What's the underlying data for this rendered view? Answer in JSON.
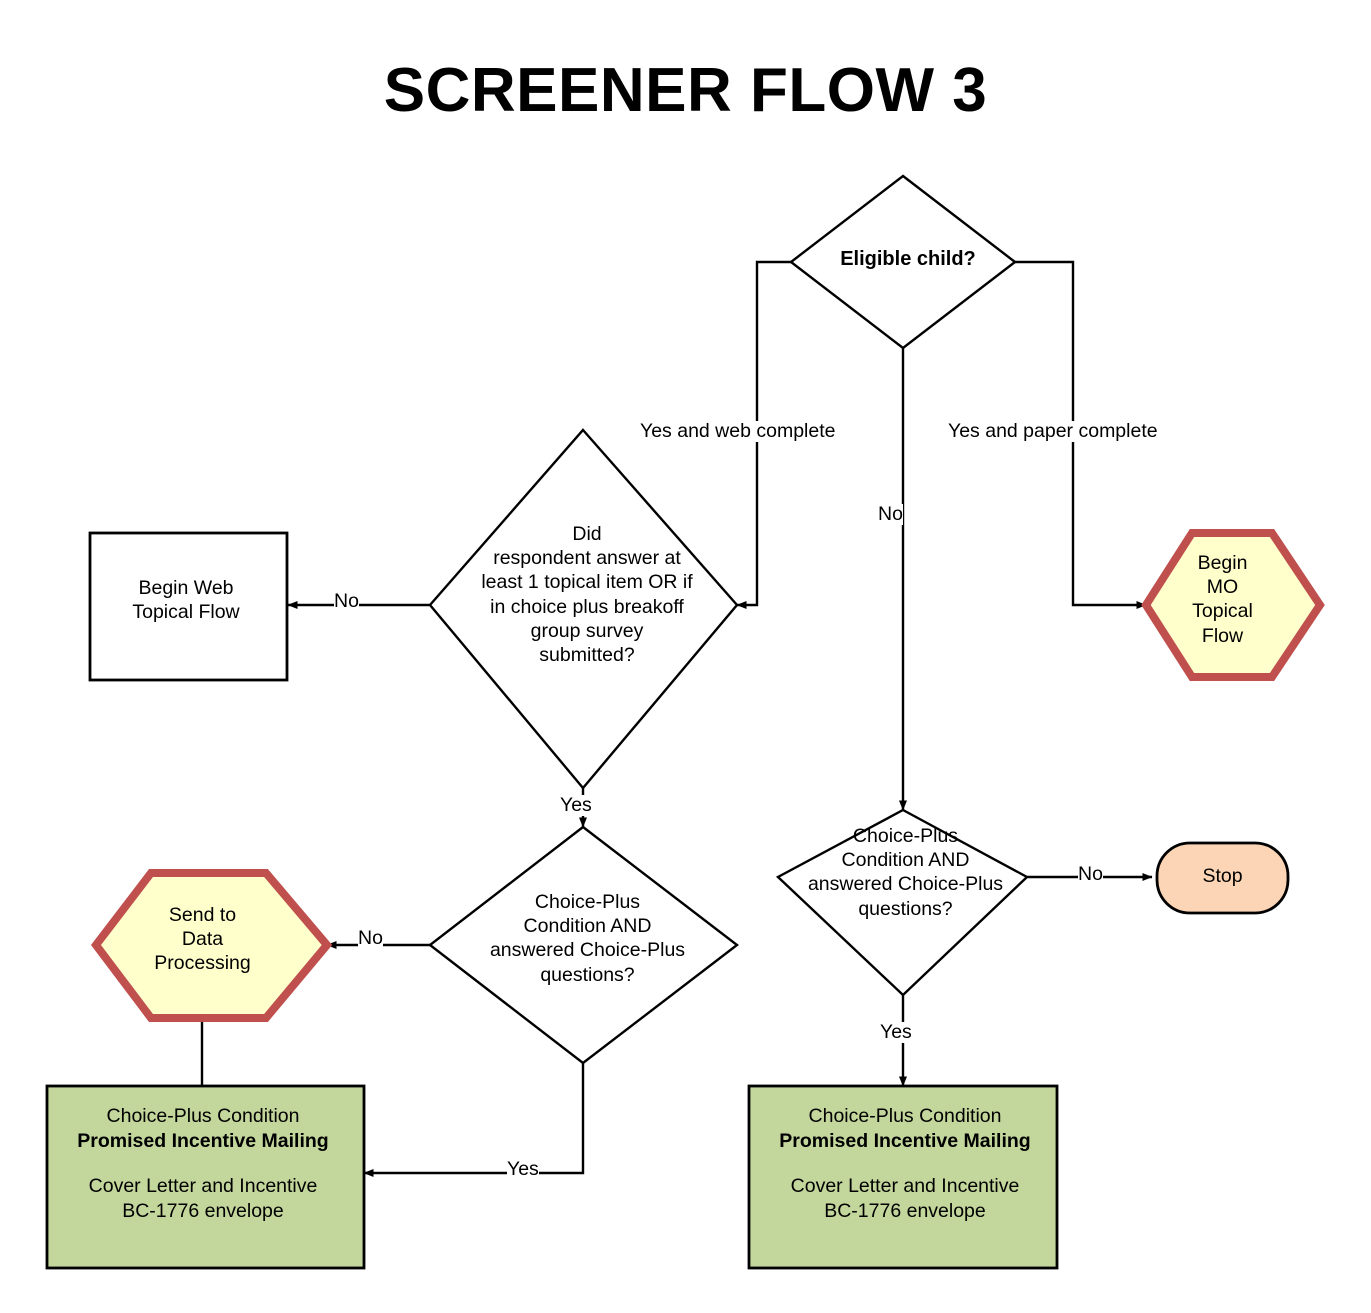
{
  "title": "SCREENER FLOW 3",
  "colors": {
    "hexagon_fill": "#FFFFCC",
    "hexagon_border": "#C0504D",
    "green_fill": "#C3D69B",
    "green_border": "#000000",
    "stop_fill": "#FBD5B5",
    "stop_border": "#000000",
    "line": "#000000",
    "page_background": "#FFFFFF"
  },
  "nodes": {
    "eligible_child": {
      "shape": "diamond",
      "label": "Eligible child?"
    },
    "did_respondent": {
      "shape": "diamond",
      "label": "Did\nrespondent answer at\nleast 1 topical item OR if\nin choice plus breakoff\ngroup survey\nsubmitted?"
    },
    "begin_web_topical_flow": {
      "shape": "rectangle",
      "label": "Begin Web\nTopical Flow"
    },
    "begin_mo_topical_flow": {
      "shape": "hexagon",
      "label": "Begin\nMO\nTopical\nFlow"
    },
    "send_to_data_processing": {
      "shape": "hexagon",
      "label": "Send to\nData\nProcessing"
    },
    "choice_plus_left": {
      "shape": "diamond",
      "label": "Choice-Plus\nCondition AND\nanswered Choice-Plus\nquestions?"
    },
    "choice_plus_right": {
      "shape": "diamond",
      "label": "Choice-Plus\nCondition AND\nanswered Choice-Plus\nquestions?"
    },
    "stop": {
      "shape": "rounded-rectangle",
      "label": "Stop"
    },
    "mailing_left": {
      "shape": "rectangle",
      "line1": "Choice-Plus Condition",
      "line2_bold": "Promised Incentive Mailing",
      "line3": "Cover Letter and Incentive",
      "line4": "BC-1776 envelope"
    },
    "mailing_right": {
      "shape": "rectangle",
      "line1": "Choice-Plus Condition",
      "line2_bold": "Promised Incentive Mailing",
      "line3": "Cover Letter and Incentive",
      "line4": "BC-1776 envelope"
    }
  },
  "edge_labels": {
    "yes_and_web_complete": "Yes and web complete",
    "yes_and_paper_complete": "Yes and paper complete",
    "no_eligible": "No",
    "no_to_begin_web": "No",
    "yes_from_big_diamond": "Yes",
    "no_to_send_data": "No",
    "yes_to_mailing_left": "Yes",
    "no_to_stop": "No",
    "yes_to_mailing_right": "Yes"
  }
}
